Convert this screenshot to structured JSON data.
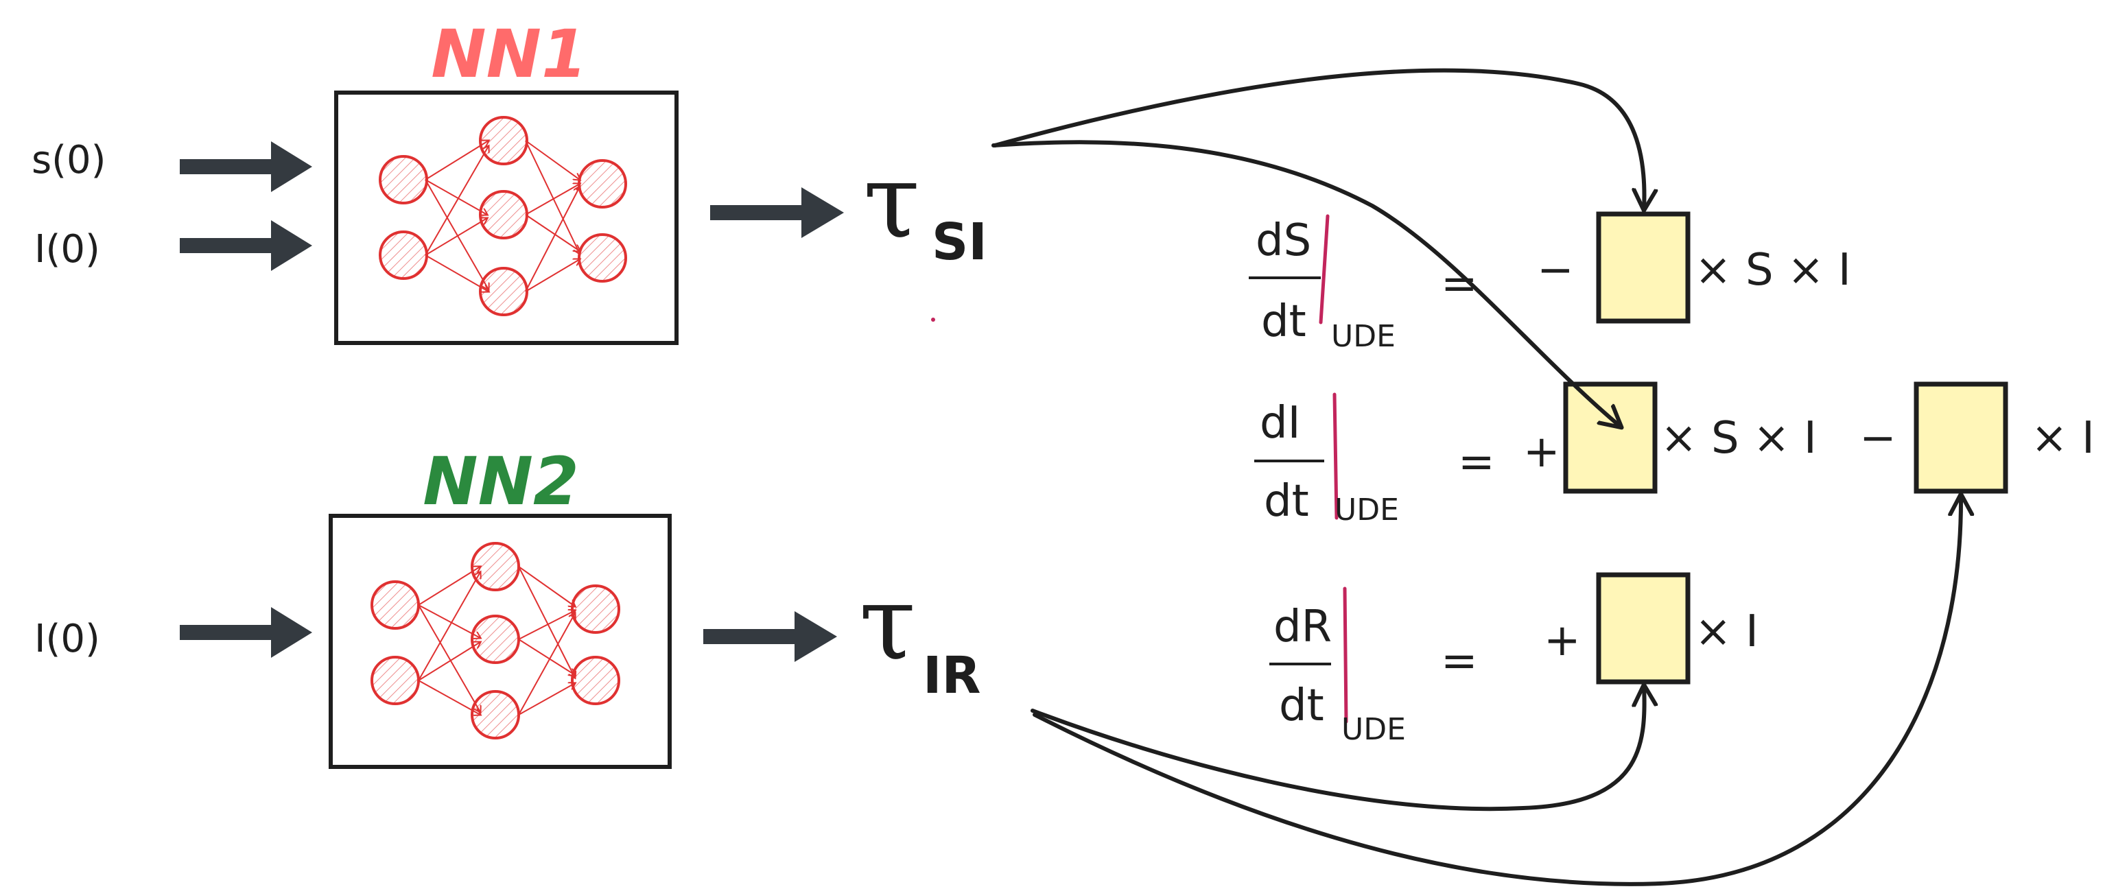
{
  "colors": {
    "nn1_title": "#ff6b6b",
    "nn2_title": "#2b8a3e",
    "neuron": "#e03131",
    "ink": "#1e1e1e",
    "accent_bar": "#c2255c",
    "param_box": "#fff6b8"
  },
  "nn1": {
    "title": "NN1",
    "inputs": [
      "s(0)",
      "I(0)"
    ],
    "output_symbol": "τ",
    "output_subscript": "SI"
  },
  "nn2": {
    "title": "NN2",
    "inputs": [
      "I(0)"
    ],
    "output_symbol": "τ",
    "output_subscript": "IR"
  },
  "equations": [
    {
      "numerator": "dS",
      "denominator": "dt",
      "subscript": "UDE",
      "equals": "=",
      "terms": [
        {
          "sign": "−",
          "factor": "× S × I"
        }
      ]
    },
    {
      "numerator": "dI",
      "denominator": "dt",
      "subscript": "UDE",
      "equals": "=",
      "terms": [
        {
          "sign": "+",
          "factor": "× S × I"
        },
        {
          "sign": "−",
          "factor": "× I"
        }
      ]
    },
    {
      "numerator": "dR",
      "denominator": "dt",
      "subscript": "UDE",
      "equals": "=",
      "terms": [
        {
          "sign": "+",
          "factor": "× I"
        }
      ]
    }
  ]
}
